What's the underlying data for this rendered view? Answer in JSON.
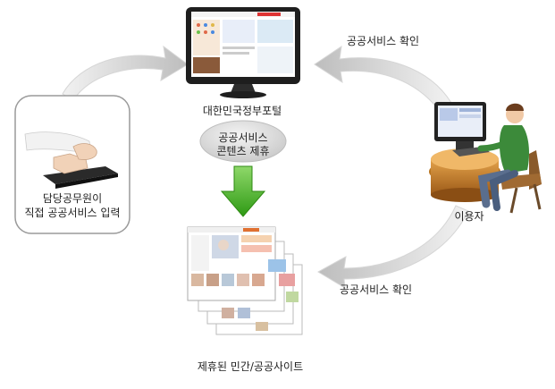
{
  "labels": {
    "portal": "대한민국정부포털",
    "partner_line1": "공공서비스",
    "partner_line2": "콘텐츠 제휴",
    "officer_line1": "담당공무원이",
    "officer_line2": "직접 공공서비스 입력",
    "user": "이용자",
    "check_top": "공공서비스 확인",
    "check_bottom": "공공서비스 확인",
    "sites": "제휴된 민간/공공사이트"
  },
  "colors": {
    "arrow_green": "#3fb51e",
    "bubble": "#d8d8d8",
    "curve_arrow": "#cfcfcf"
  },
  "icons": {
    "officer": "keyboard-typing-icon",
    "portal": "monitor-icon",
    "user": "user-at-computer-icon",
    "sites": "website-stack-icon"
  }
}
